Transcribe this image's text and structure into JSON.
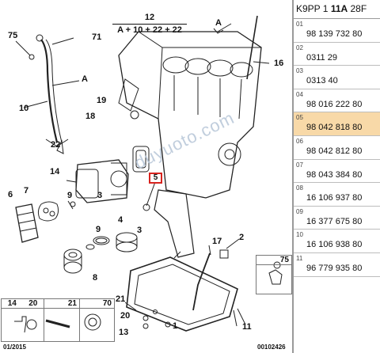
{
  "header": {
    "model_prefix": "K9PP 1 ",
    "model_bold": "11A",
    "model_suffix": " 28F"
  },
  "diagram": {
    "formula_top": "12",
    "formula_expr": "A + 10 + 22 + 22",
    "highlight_label": "5",
    "watermark": "duyuoto.com",
    "footer_left": "01/2015",
    "footer_right": "00102426",
    "callouts": {
      "c75": "75",
      "c71": "71",
      "cA1": "A",
      "cA2": "A",
      "c10": "10",
      "c22": "22",
      "c16": "16",
      "c19": "19",
      "c18": "18",
      "c14": "14",
      "c6": "6",
      "c7": "7",
      "c9": "9",
      "c3": "3",
      "c4": "4",
      "c8": "8",
      "c2": "2",
      "c17": "17",
      "c21": "21",
      "c13": "13",
      "c1": "1",
      "c11": "11"
    },
    "thumbs": [
      "14",
      "20",
      "21",
      "70"
    ],
    "side_thumb": "75"
  },
  "parts": [
    {
      "idx": "01",
      "ref": "98 139 732 80"
    },
    {
      "idx": "02",
      "ref": "0311 29"
    },
    {
      "idx": "03",
      "ref": "0313 40"
    },
    {
      "idx": "04",
      "ref": "98 016 222 80"
    },
    {
      "idx": "05",
      "ref": "98 042 818 80"
    },
    {
      "idx": "06",
      "ref": "98 042 812 80"
    },
    {
      "idx": "07",
      "ref": "98 043 384 80"
    },
    {
      "idx": "08",
      "ref": "16 106 937 80"
    },
    {
      "idx": "09",
      "ref": "16 377 675 80"
    },
    {
      "idx": "10",
      "ref": "16 106 938 80"
    },
    {
      "idx": "11",
      "ref": "96 779 935 80"
    }
  ],
  "selected_row": "05",
  "colors": {
    "highlight": "#d8231e",
    "selected_bg": "#f8d9a8",
    "line": "#222222"
  }
}
